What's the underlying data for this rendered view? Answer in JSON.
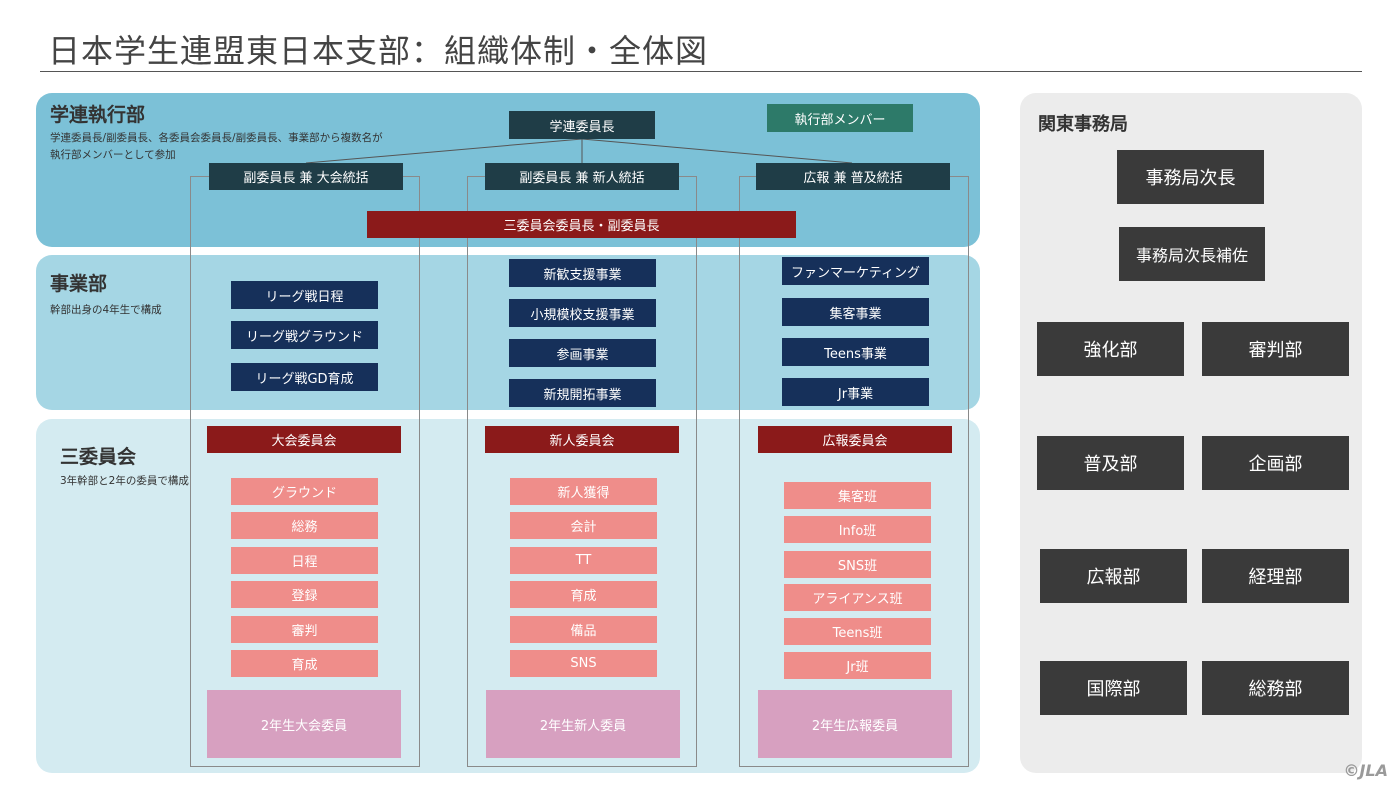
{
  "title": "日本学生連盟東日本支部：組織体制・全体図",
  "exec": {
    "title": "学連執行部",
    "desc1": "学連委員長/副委員長、各委員会委員長/副委員長、事業部から複数名が",
    "desc2": "執行部メンバーとして参加",
    "chair": "学連委員長",
    "members_label": "執行部メンバー",
    "vice": [
      "副委員長 兼 大会統括",
      "副委員長 兼 新人統括",
      "広報 兼 普及統括"
    ],
    "committee_heads": "三委員会委員長・副委員長"
  },
  "business": {
    "title": "事業部",
    "desc": "幹部出身の4年生で構成",
    "col1": [
      "リーグ戦日程",
      "リーグ戦グラウンド",
      "リーグ戦GD育成"
    ],
    "col2": [
      "新歓支援事業",
      "小規模校支援事業",
      "参画事業",
      "新規開拓事業"
    ],
    "col3": [
      "ファンマーケティング",
      "集客事業",
      "Teens事業",
      "Jr事業"
    ]
  },
  "committees": {
    "title": "三委員会",
    "desc": "3年幹部と2年の委員で構成",
    "columns": [
      {
        "header": "大会委員会",
        "items": [
          "グラウンド",
          "総務",
          "日程",
          "登録",
          "審判",
          "育成"
        ],
        "second_year": "2年生大会委員"
      },
      {
        "header": "新人委員会",
        "items": [
          "新人獲得",
          "会計",
          "TT",
          "育成",
          "備品",
          "SNS"
        ],
        "second_year": "2年生新人委員"
      },
      {
        "header": "広報委員会",
        "items": [
          "集客班",
          "Info班",
          "SNS班",
          "アライアンス班",
          "Teens班",
          "Jr班"
        ],
        "second_year": "2年生広報委員"
      }
    ]
  },
  "kanto": {
    "title": "関東事務局",
    "deputy": "事務局次長",
    "deputy_assistant": "事務局次長補佐",
    "depts": [
      "強化部",
      "審判部",
      "普及部",
      "企画部",
      "広報部",
      "経理部",
      "国際部",
      "総務部"
    ]
  },
  "copyright": "©JLA",
  "colors": {
    "band_exec": "#7cc1d7",
    "band_business": "#a5d6e4",
    "band_committee": "#d4ebf1",
    "dark_teal": "#1f3d47",
    "green": "#2d7a69",
    "crimson": "#8b1a1a",
    "navy": "#16305a",
    "salmon": "#ef8d8a",
    "mauve": "#d7a0c0",
    "charcoal": "#3a3a3a",
    "side_bg": "#ececec"
  }
}
